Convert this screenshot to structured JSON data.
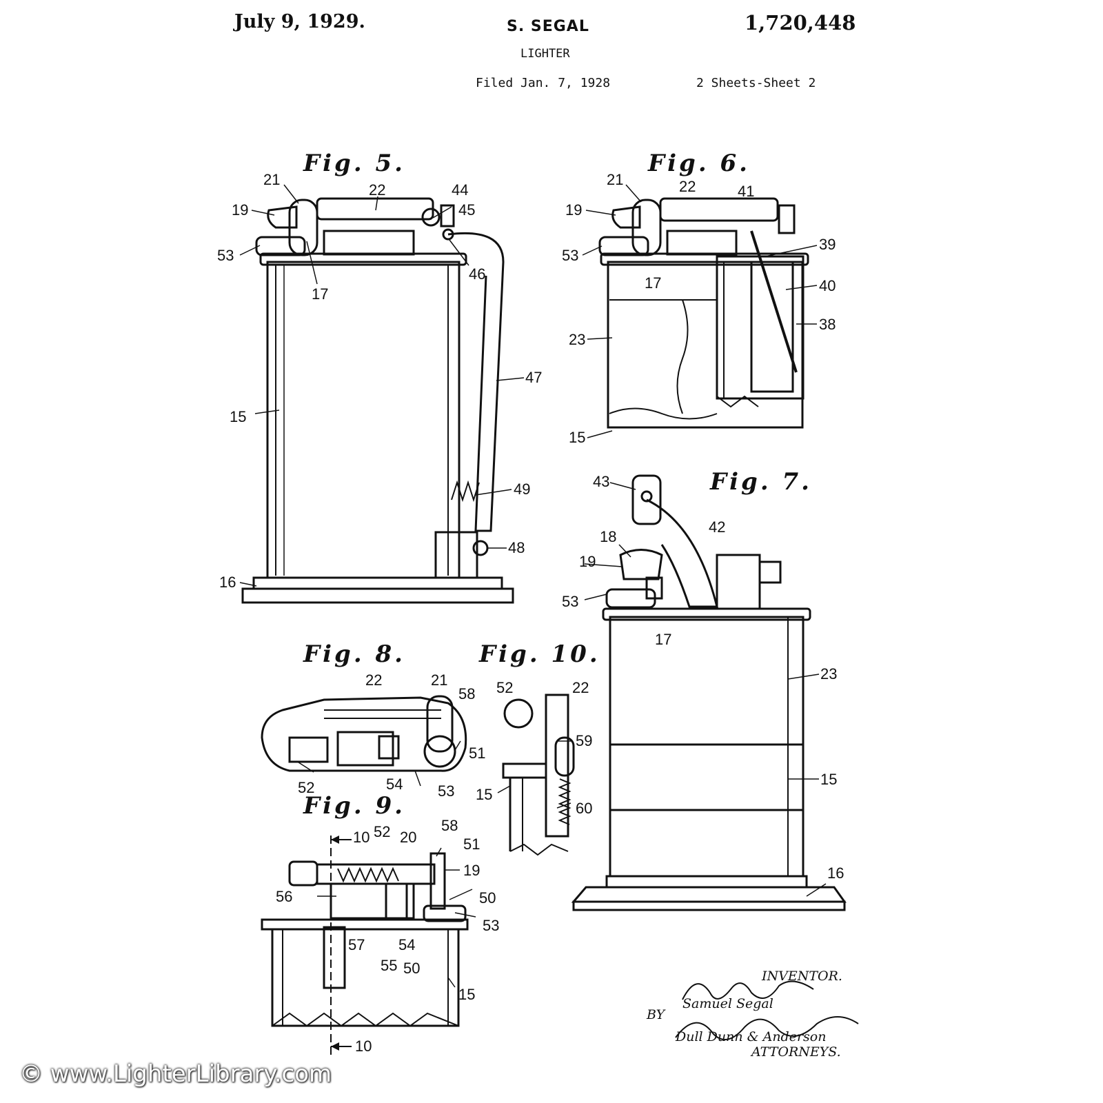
{
  "header": {
    "date": "July 9, 1929.",
    "inventor": "S. SEGAL",
    "patent_number": "1,720,448",
    "title": "LIGHTER",
    "filed": "Filed Jan. 7, 1928",
    "sheets": "2 Sheets-Sheet  2"
  },
  "figures": {
    "fig5": "Fig. 5.",
    "fig6": "Fig. 6.",
    "fig7": "Fig. 7.",
    "fig8": "Fig. 8.",
    "fig9": "Fig. 9.",
    "fig10": "Fig. 10."
  },
  "refs": {
    "f5": [
      "21",
      "22",
      "44",
      "19",
      "45",
      "53",
      "17",
      "46",
      "47",
      "15",
      "49",
      "48",
      "16"
    ],
    "f6": [
      "21",
      "22",
      "41",
      "19",
      "39",
      "53",
      "17",
      "40",
      "38",
      "23",
      "15"
    ],
    "f7": [
      "43",
      "42",
      "18",
      "19",
      "53",
      "17",
      "23",
      "15",
      "16"
    ],
    "f8": [
      "22",
      "21",
      "58",
      "51",
      "52",
      "54",
      "53"
    ],
    "f10": [
      "52",
      "22",
      "59",
      "15",
      "60"
    ],
    "f9": [
      "10",
      "52",
      "20",
      "58",
      "51",
      "19",
      "56",
      "50",
      "53",
      "57",
      "54",
      "55",
      "50",
      "15",
      "10"
    ]
  },
  "signature": {
    "inventor_label": "INVENTOR.",
    "inventor_sig": "Samuel Segal",
    "by": "BY",
    "attorney_sig": "Dull Dunn & Anderson",
    "attorneys_label": "ATTORNEYS."
  },
  "watermark": "© www.LighterLibrary.com"
}
